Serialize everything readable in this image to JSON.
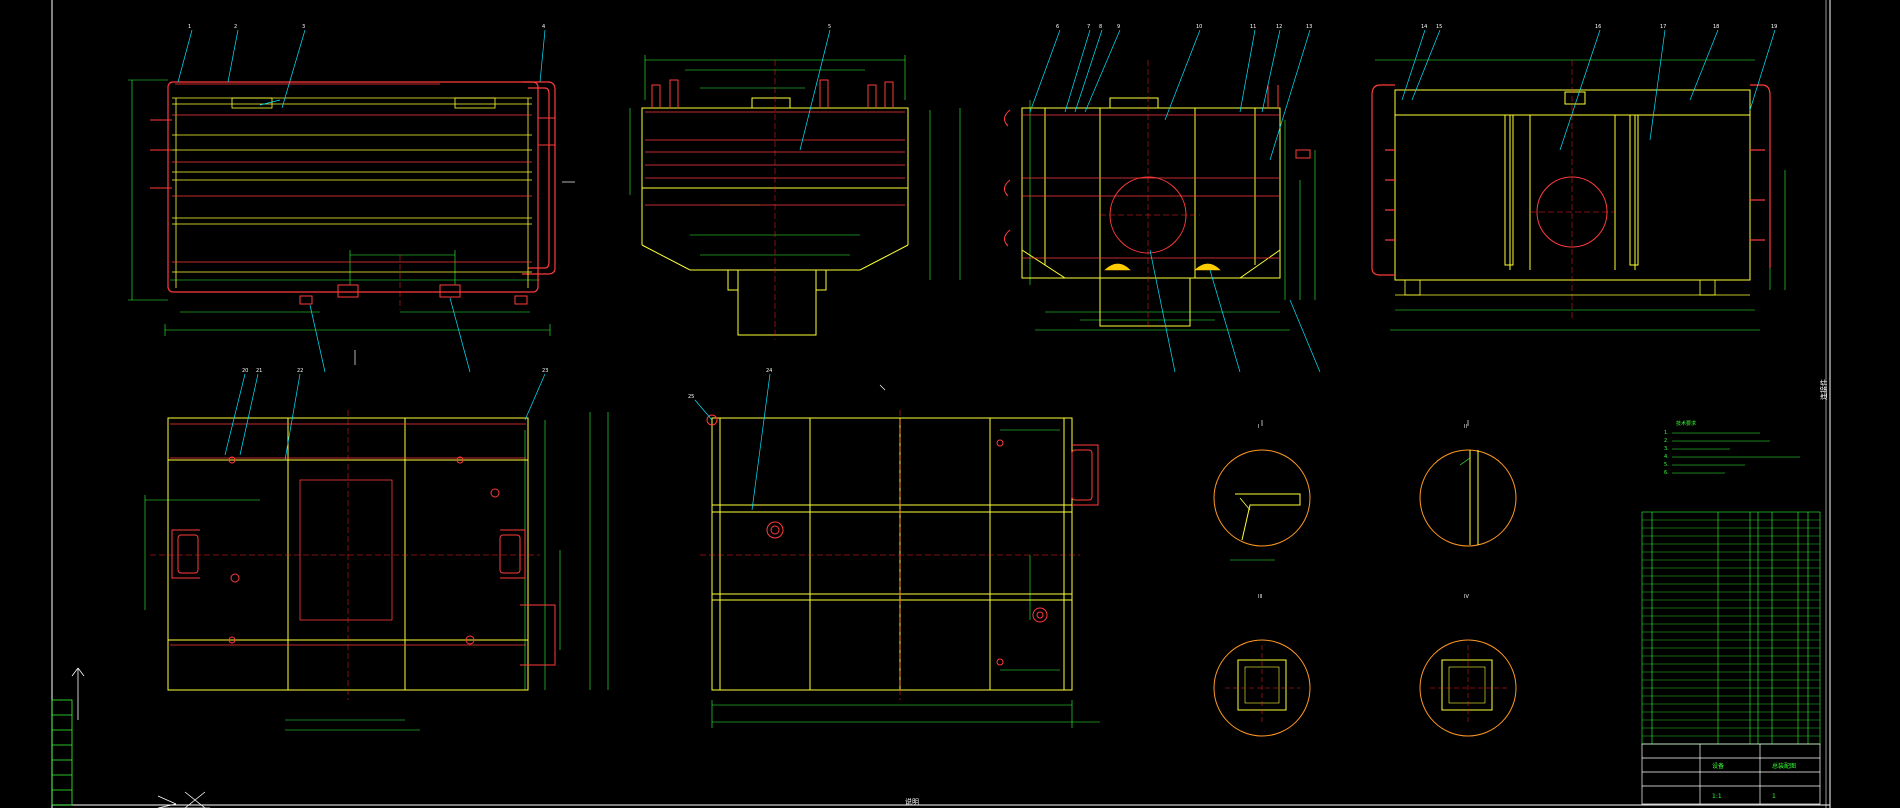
{
  "colors": {
    "background": "#000000",
    "border": "#ffffff",
    "outline": "#ff3b3b",
    "structure": "#ffff33",
    "leader": "#00e5ff",
    "centerline": "#ff2222",
    "dimension": "#33ff33",
    "detail_circle": "#ff9922"
  },
  "drawing": {
    "bottom_caption": "说明",
    "side_caption": "连接件",
    "notes_title": "技术要求",
    "notes": [
      "1.",
      "2.",
      "3.",
      "4.",
      "5.",
      "6."
    ],
    "title_block": {
      "title": "设备",
      "name": "总装配图",
      "code": "1",
      "scale": "1:1"
    }
  },
  "views": {
    "front": {
      "callouts": [
        "1",
        "2",
        "3",
        "4"
      ]
    },
    "side": {
      "callouts": [
        "5"
      ]
    },
    "section_a": {
      "callouts": [
        "6",
        "7",
        "8",
        "9",
        "10",
        "11",
        "12",
        "13"
      ]
    },
    "section_b": {
      "callouts": [
        "14",
        "15",
        "16",
        "17",
        "18",
        "19"
      ]
    },
    "plan": {
      "callouts": [
        "20",
        "21",
        "22",
        "23"
      ]
    },
    "bottom": {
      "callouts": [
        "24",
        "25"
      ]
    },
    "details": [
      "I",
      "II",
      "III",
      "IV"
    ]
  }
}
